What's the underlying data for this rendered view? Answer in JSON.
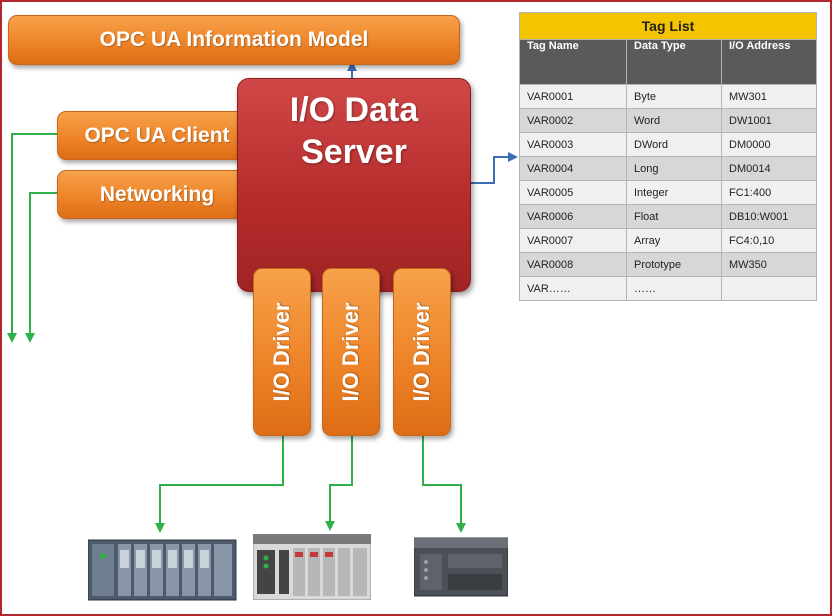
{
  "diagram": {
    "info_model": "OPC UA Information Model",
    "opc_client": "OPC UA Client",
    "networking": "Networking",
    "server_line1": "I/O Data",
    "server_line2": "Server",
    "drivers": [
      "I/O Driver",
      "I/O Driver",
      "I/O Driver"
    ]
  },
  "tag_list": {
    "title": "Tag List",
    "columns": [
      "Tag Name",
      "Data Type",
      "I/O Address"
    ],
    "rows": [
      [
        "VAR0001",
        "Byte",
        "MW301"
      ],
      [
        "VAR0002",
        "Word",
        "DW1001"
      ],
      [
        "VAR0003",
        "DWord",
        "DM0000"
      ],
      [
        "VAR0004",
        "Long",
        "DM0014"
      ],
      [
        "VAR0005",
        "Integer",
        "FC1:400"
      ],
      [
        "VAR0006",
        "Float",
        "DB10:W001"
      ],
      [
        "VAR0007",
        "Array",
        "FC4:0,10"
      ],
      [
        "VAR0008",
        "Prototype",
        "MW350"
      ],
      [
        "VAR……",
        "……",
        ""
      ]
    ]
  },
  "colors": {
    "orange": "#ee8429",
    "red": "#b52b2b",
    "green": "#2fb04a",
    "blue": "#3b6fb5",
    "table_header": "#5a5a5a",
    "title_bar": "#f5c400",
    "frame": "#b3262a"
  }
}
